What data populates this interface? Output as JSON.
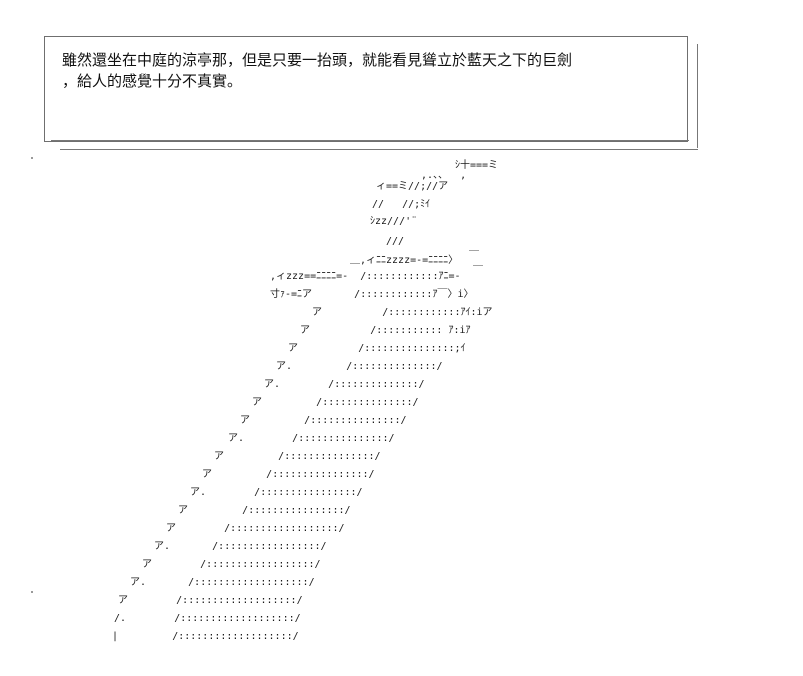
{
  "narration": {
    "line1": "雖然還坐在中庭的涼亭那，但是只要一抬頭，就能看見聳立於藍天之下的巨劍",
    "line2": "，給人的感覺十分不真實。"
  },
  "ascii_art": {
    "lines": [
      "ｼ十===ミ",
      ",.、、  ,",
      "ィ==ミ//;//ア",
      "//   //;ﾐｲ",
      "ｼzz///'¨",
      "///",
      "＿",
      "＿,ィﾆﾆzzzz=-=ﾆﾆﾆﾆ〉",
      "￣",
      ",ィzzz==ﾆﾆﾆﾆ=-  /::::::::::::ｱﾆ=-",
      "寸ｧ-=ﾆア       /::::::::::::ｱ￣〉i〉",
      "ア          /::::::::::::ｱｲ:iア",
      "ア          /::::::::::: ｱ:iｱ",
      "ア          /:::::::::::::::;ｲ",
      "ア.         /::::::::::::::/",
      "ア.        /::::::::::::::/",
      "ア         /:::::::::::::::/",
      "ア         /:::::::::::::::/",
      "ア.        /:::::::::::::::/",
      "ア         /:::::::::::::::/",
      "ア         /::::::::::::::::/",
      "ア.        /::::::::::::::::/",
      "ア         /::::::::::::::::/",
      "ア        /::::::::::::::::::/",
      "ア.       /:::::::::::::::::/",
      "ア        /::::::::::::::::::/",
      "ア.       /:::::::::::::::::::/",
      "ア        /:::::::::::::::::::/",
      "/.        /:::::::::::::::::::/",
      "|         /:::::::::::::::::::/"
    ]
  }
}
